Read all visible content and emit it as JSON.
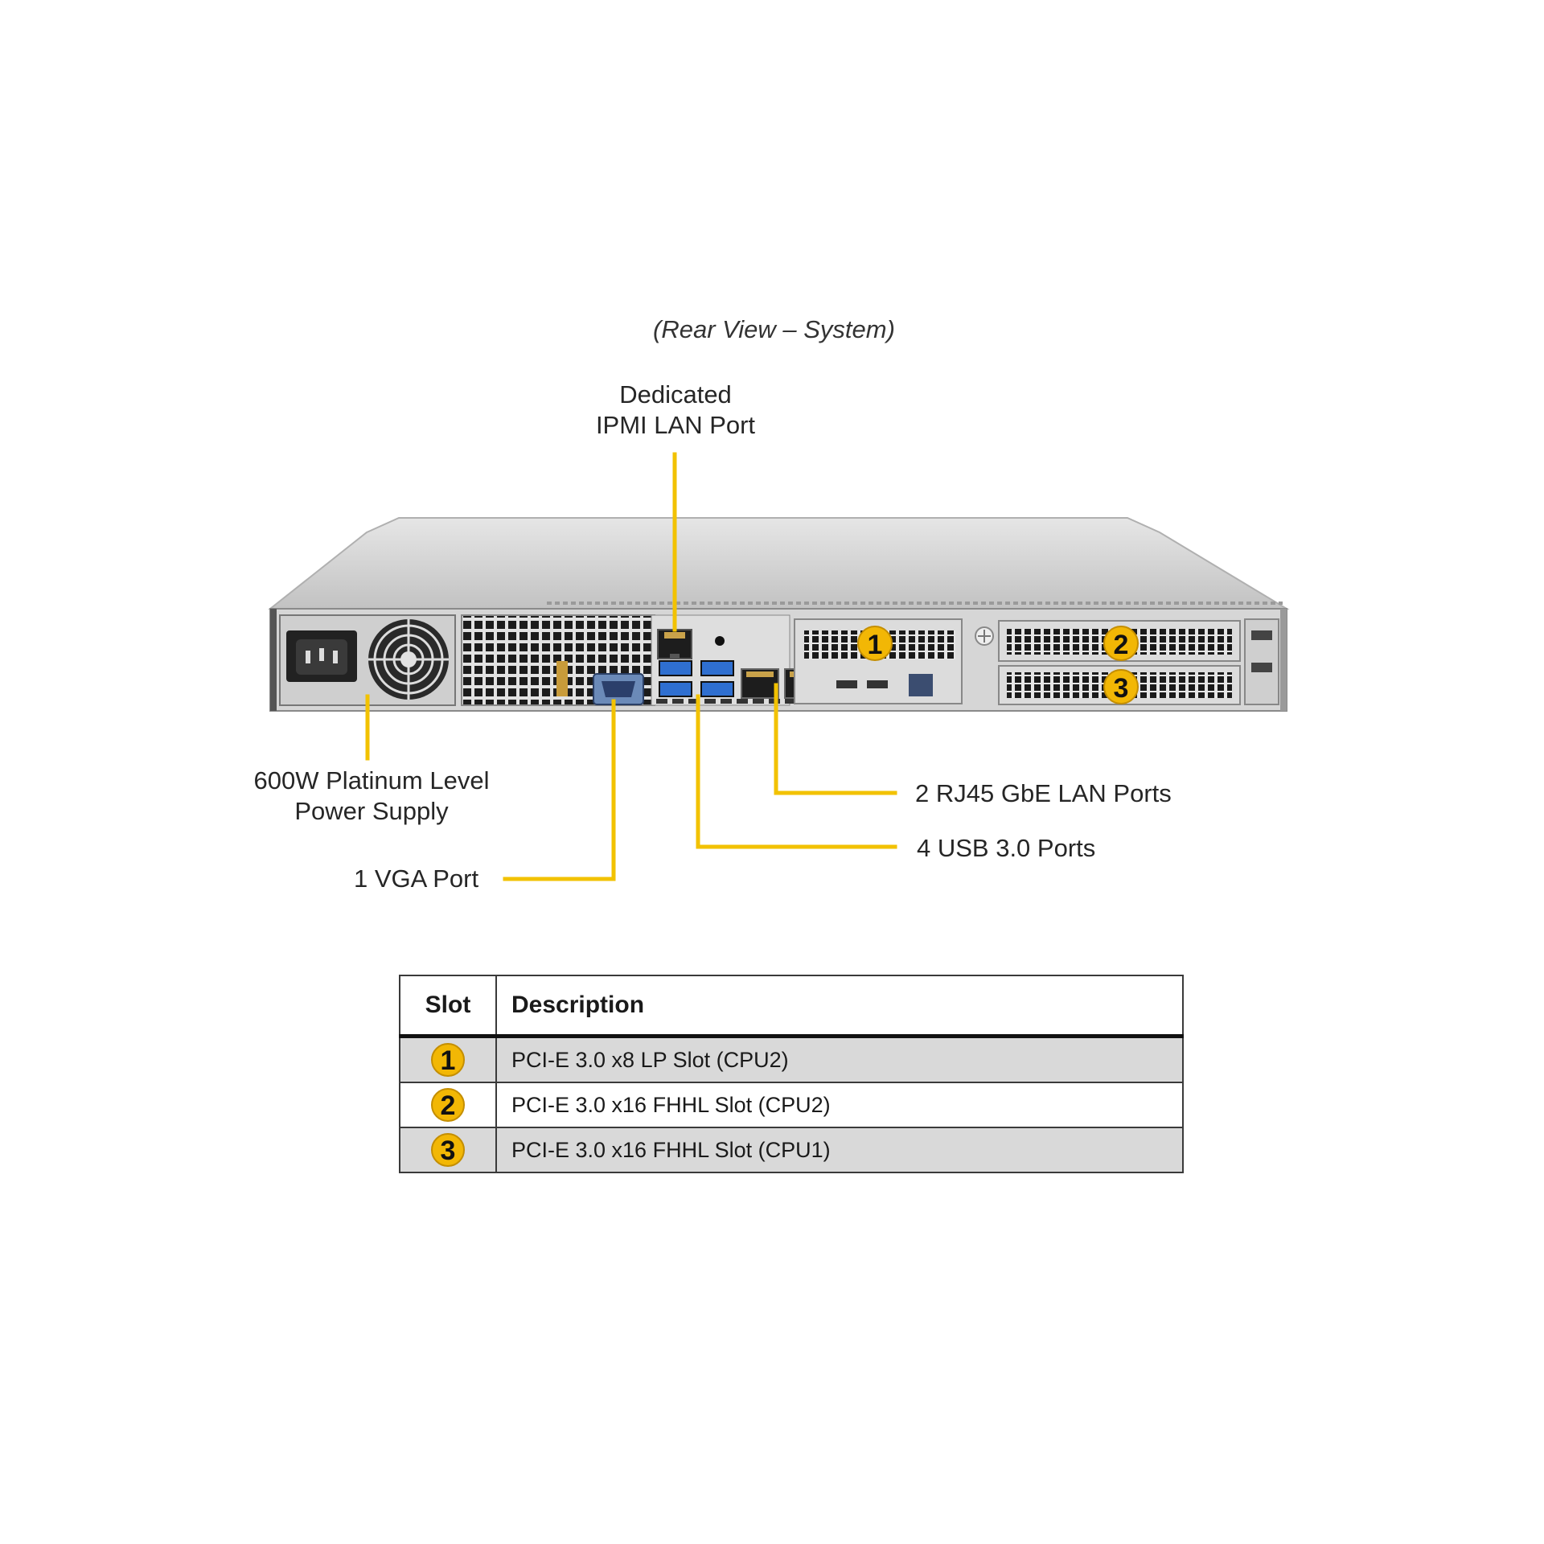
{
  "caption": "(Rear View – System)",
  "callouts": {
    "ipmi_line1": "Dedicated",
    "ipmi_line2": "IPMI LAN Port",
    "psu_line1": "600W Platinum Level",
    "psu_line2": "Power Supply",
    "vga": "1 VGA Port",
    "rj45": "2 RJ45 GbE LAN Ports",
    "usb": "4 USB 3.0 Ports"
  },
  "slot_markers": [
    "1",
    "2",
    "3"
  ],
  "colors": {
    "callout_line": "#f2c200",
    "badge": "#f2b705",
    "chassis": "#d4d4d4",
    "usb_blue": "#2f6fd0",
    "row_shade": "#d9d9d9"
  },
  "table": {
    "headers": {
      "slot": "Slot",
      "description": "Description"
    },
    "rows": [
      {
        "slot": "1",
        "description": "PCI-E 3.0 x8 LP Slot (CPU2)"
      },
      {
        "slot": "2",
        "description": "PCI-E 3.0 x16 FHHL Slot (CPU2)"
      },
      {
        "slot": "3",
        "description": "PCI-E 3.0 x16 FHHL Slot (CPU1)"
      }
    ]
  }
}
